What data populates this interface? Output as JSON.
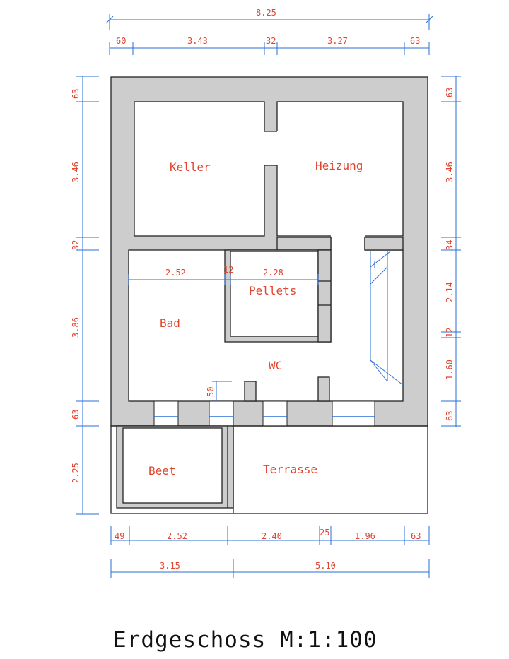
{
  "title": "Erdgeschoss M:1:100",
  "rooms": {
    "keller": "Keller",
    "heizung": "Heizung",
    "pellets": "Pellets",
    "bad": "Bad",
    "wc": "WC",
    "beet": "Beet",
    "terrasse": "Terrasse"
  },
  "dimensions": {
    "top_total": "8.25",
    "top": [
      "60",
      "3.43",
      "32",
      "3.27",
      "63"
    ],
    "left": [
      "63",
      "3.46",
      "32",
      "3.86",
      "63",
      "2.25"
    ],
    "right": [
      "63",
      "3.46",
      "34",
      "2.14",
      "12",
      "1.60",
      "63"
    ],
    "bottom": [
      "49",
      "2.52",
      "2.40",
      "25",
      "1.96",
      "63"
    ],
    "bottom_total": [
      "3.15",
      "5.10"
    ],
    "interior": [
      "2.52",
      "12",
      "2.28",
      "50"
    ]
  },
  "colors": {
    "dimension_line": "#2a6fd6",
    "dimension_text": "#e0452f",
    "wall_fill": "#cdcdcd"
  }
}
